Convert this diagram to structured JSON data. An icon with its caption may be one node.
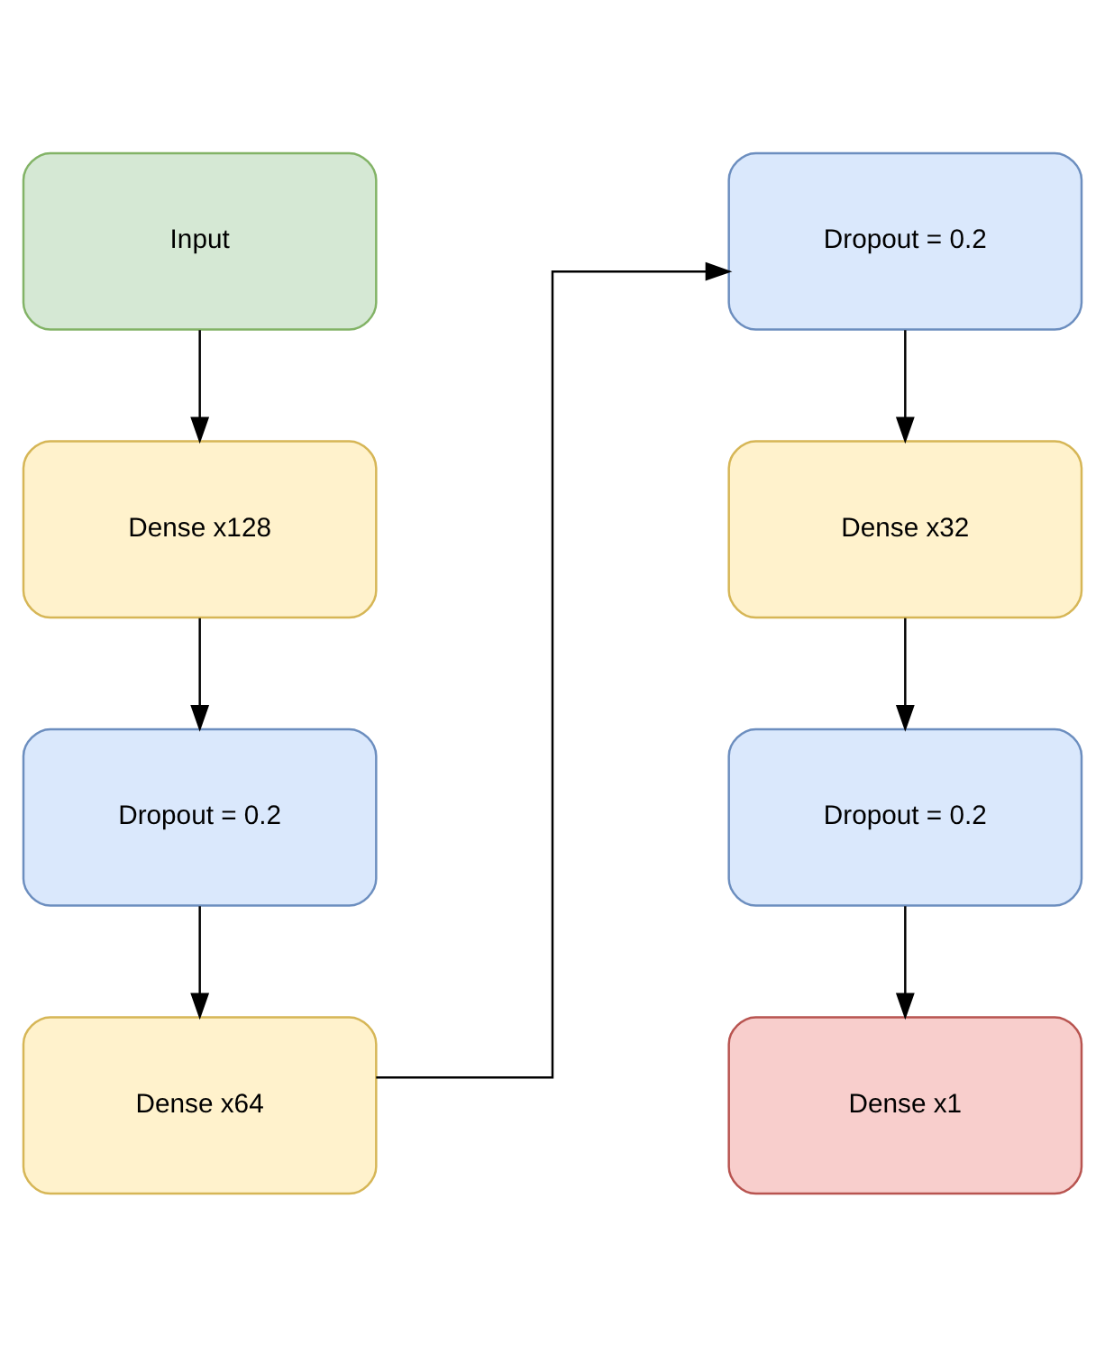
{
  "diagram": {
    "nodes": [
      {
        "text": [
          "Input"
        ]
      },
      {
        "text": [
          "Dense x128"
        ]
      },
      {
        "text": [
          "Dropout = 0.2"
        ]
      },
      {
        "text": [
          "Dense x64"
        ]
      },
      {
        "text": [
          "Dropout = 0.2"
        ]
      },
      {
        "text": [
          "Dense x32"
        ]
      },
      {
        "text": [
          "Dropout = 0.2"
        ]
      },
      {
        "text": [
          "Dense x1"
        ]
      }
    ],
    "edges": [
      {
        "from": 0,
        "to": 1,
        "arrow": "to"
      },
      {
        "from": 1,
        "to": 2,
        "arrow": "to"
      },
      {
        "from": 2,
        "to": 3,
        "arrow": "to"
      },
      {
        "from": 3,
        "to": 4,
        "arrow": "to"
      },
      {
        "from": 4,
        "to": 5,
        "arrow": "to"
      },
      {
        "from": 5,
        "to": 6,
        "arrow": "to"
      },
      {
        "from": 6,
        "to": 7,
        "arrow": "to"
      }
    ]
  }
}
